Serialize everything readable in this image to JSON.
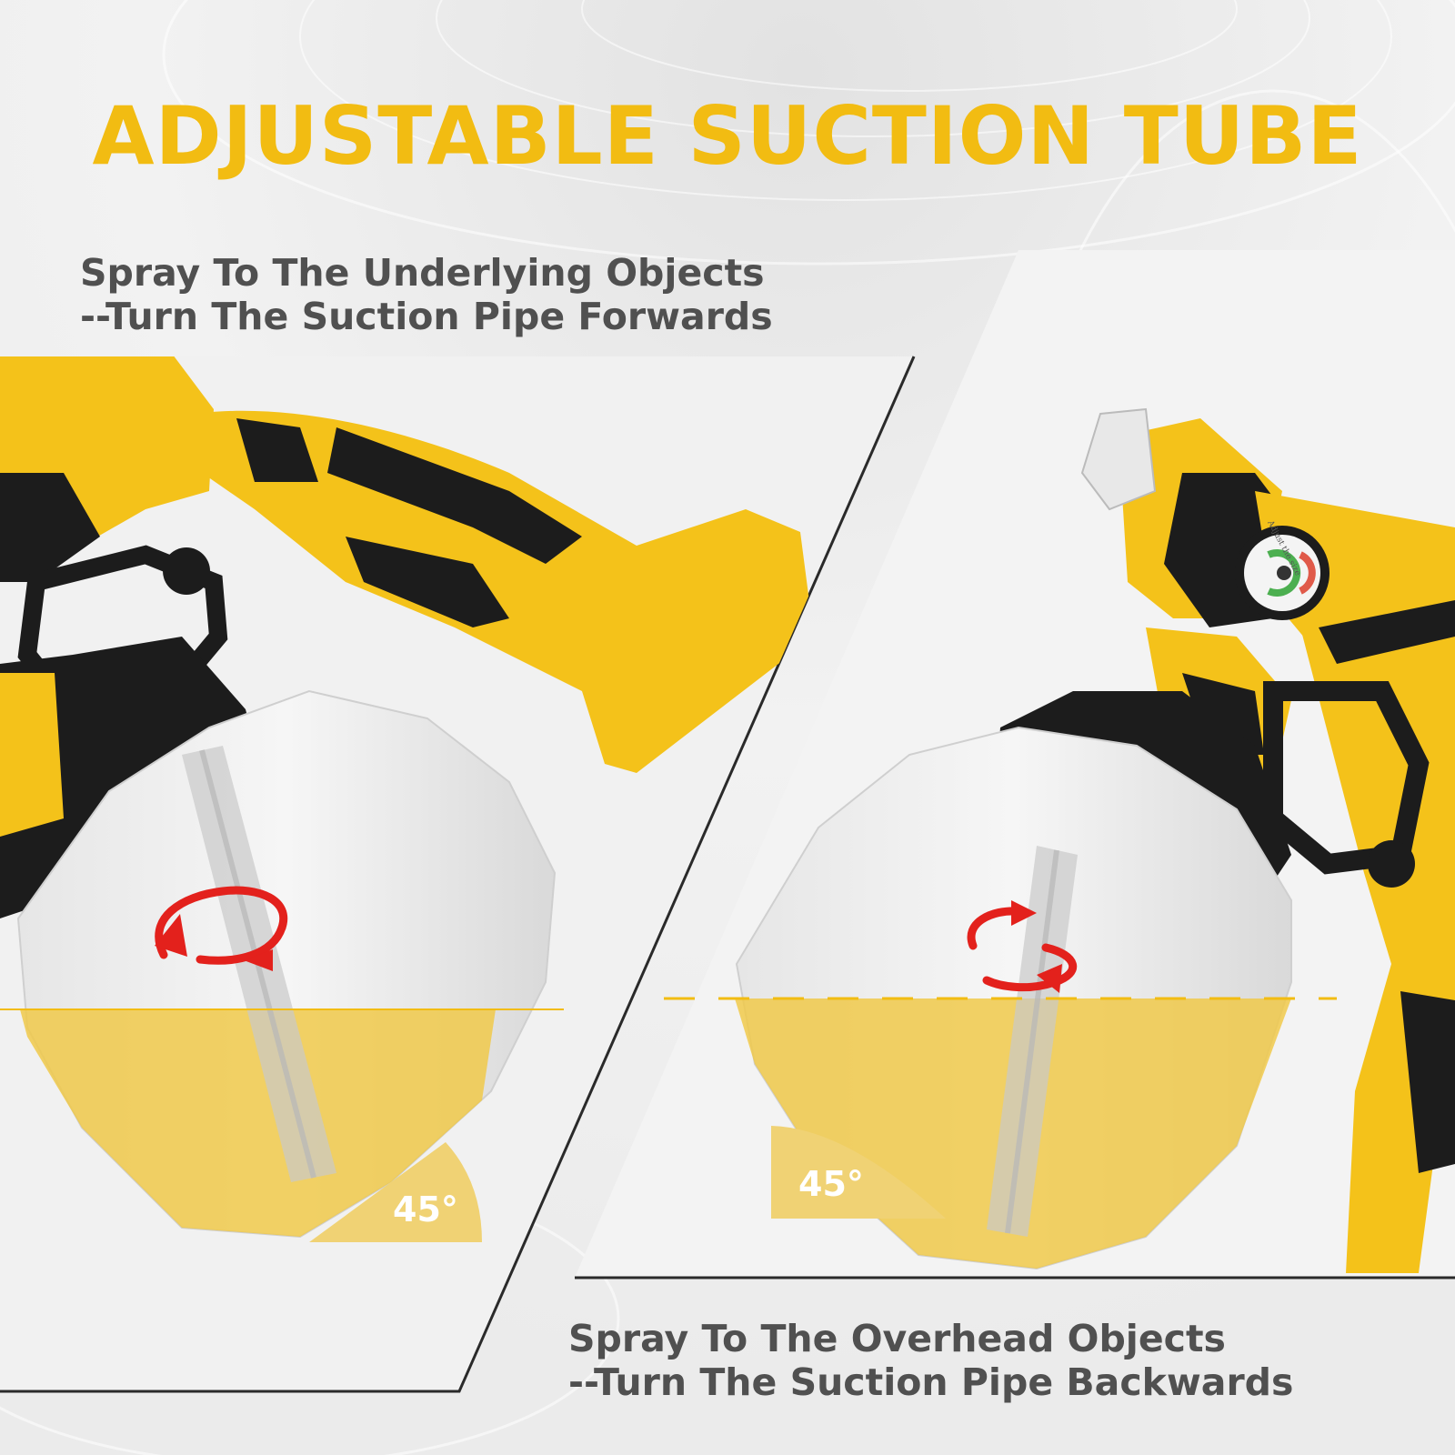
{
  "title": "ADJUSTABLE SUCTION TUBE",
  "top_caption": {
    "line1": "Spray To The Underlying Objects",
    "line2": "--Turn The Suction Pipe Forwards"
  },
  "bottom_caption": {
    "line1": "Spray To The Overhead Objects",
    "line2": "--Turn The Suction Pipe Backwards"
  },
  "left_panel": {
    "angle_label": "45°"
  },
  "right_panel": {
    "angle_label": "45°",
    "gauge_label": "Adjust the size"
  },
  "colors": {
    "accent_yellow": "#f2bc12",
    "tool_yellow": "#f4c21a",
    "tool_black": "#1c1c1c",
    "arrow_red": "#e3211c",
    "caption_gray": "#505050",
    "background": "#efefef"
  }
}
